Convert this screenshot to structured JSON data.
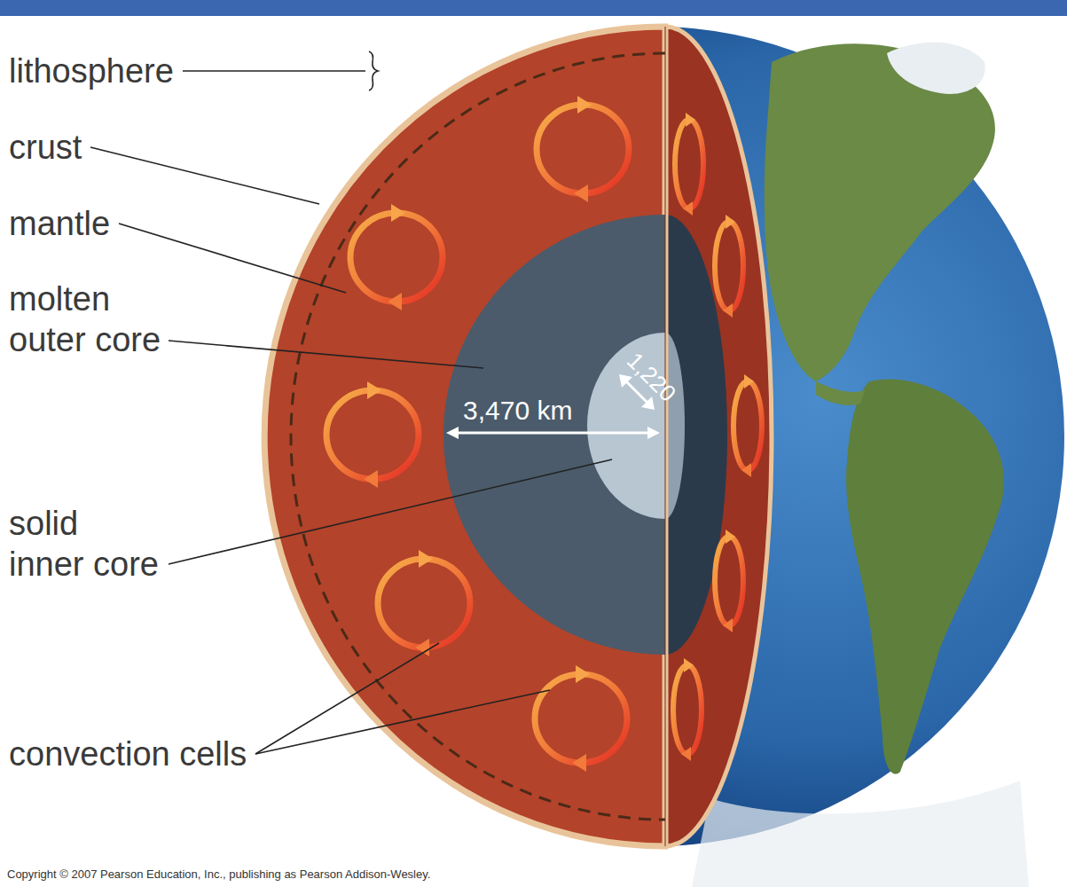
{
  "diagram": {
    "labels": [
      "lithosphere",
      "crust",
      "mantle",
      "molten outer core",
      "3,470 km",
      "1,220",
      "solid inner core",
      "convection cells",
      "Copyright © 2007 Pearson Education, Inc., publishing as Pearson Addison-Wesley."
    ]
  }
}
